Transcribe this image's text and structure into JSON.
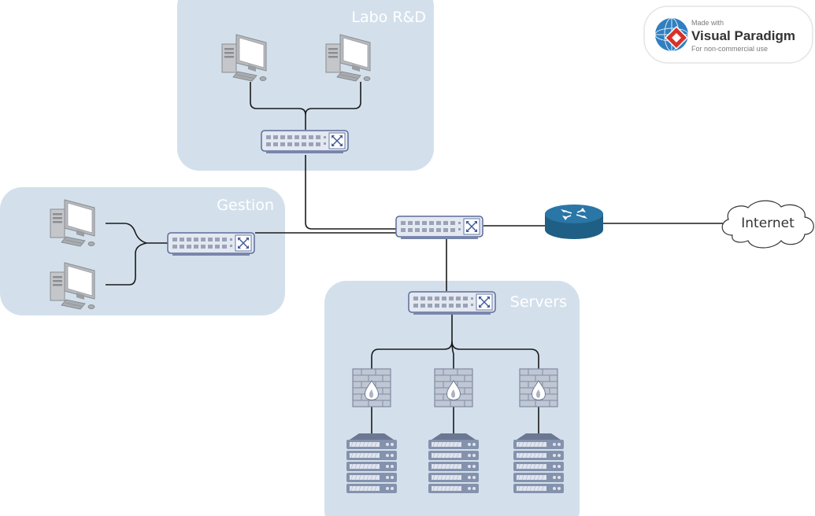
{
  "zones": {
    "labo": "Labo R&D",
    "gestion": "Gestion",
    "servers": "Servers"
  },
  "internet": "Internet",
  "watermark": {
    "line1": "Made with",
    "line2": "Visual Paradigm",
    "line3": "For non-commercial use"
  },
  "colors": {
    "zone_fill": "#d3e0ec",
    "device_blue": "#2a6f9c",
    "wire": "#1a1a1a"
  },
  "icons": {
    "computer": "desktop-computer-icon",
    "switch": "network-switch-icon",
    "router": "router-icon",
    "firewall": "firewall-icon",
    "server": "server-rack-icon",
    "cloud": "cloud-icon"
  }
}
